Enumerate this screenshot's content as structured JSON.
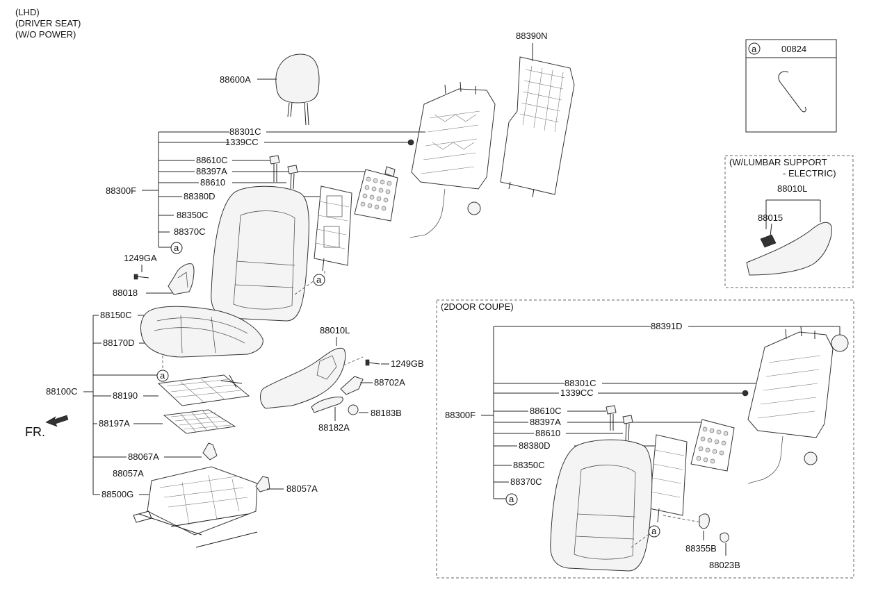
{
  "header": {
    "lines": [
      "(LHD)",
      "(DRIVER SEAT)",
      "(W/O POWER)"
    ]
  },
  "labels": {
    "p88600A": "88600A",
    "p88390N": "88390N",
    "p88301C": "88301C",
    "p1339CC": "1339CC",
    "p88610C": "88610C",
    "p88397A": "88397A",
    "p88610": "88610",
    "p88300F": "88300F",
    "p88380D": "88380D",
    "p88350C": "88350C",
    "p88370C": "88370C",
    "p1249GA": "1249GA",
    "p88018": "88018",
    "p88150C": "88150C",
    "p88170D": "88170D",
    "p88100C": "88100C",
    "p88190": "88190",
    "p88197A": "88197A",
    "p88067A": "88067A",
    "p88057A_left": "88057A",
    "p88500G": "88500G",
    "p88057A_right": "88057A",
    "p88010L": "88010L",
    "p1249GB": "1249GB",
    "p88702A": "88702A",
    "p88182A": "88182A",
    "p88183B": "88183B",
    "ref_a": "a"
  },
  "direction": {
    "label": "FR."
  },
  "inset_clip": {
    "ref": "a",
    "part": "00824"
  },
  "inset_lumbar": {
    "title_line1": "(W/LUMBAR SUPPORT",
    "title_line2": "- ELECTRIC)",
    "p88010L": "88010L",
    "p88015": "88015"
  },
  "inset_coupe": {
    "title": "(2DOOR COUPE)",
    "p88391D": "88391D",
    "p88301C": "88301C",
    "p1339CC": "1339CC",
    "p88300F": "88300F",
    "p88610C": "88610C",
    "p88397A": "88397A",
    "p88610": "88610",
    "p88380D": "88380D",
    "p88350C": "88350C",
    "p88370C": "88370C",
    "p88355B": "88355B",
    "p88023B": "88023B",
    "ref_a": "a"
  }
}
